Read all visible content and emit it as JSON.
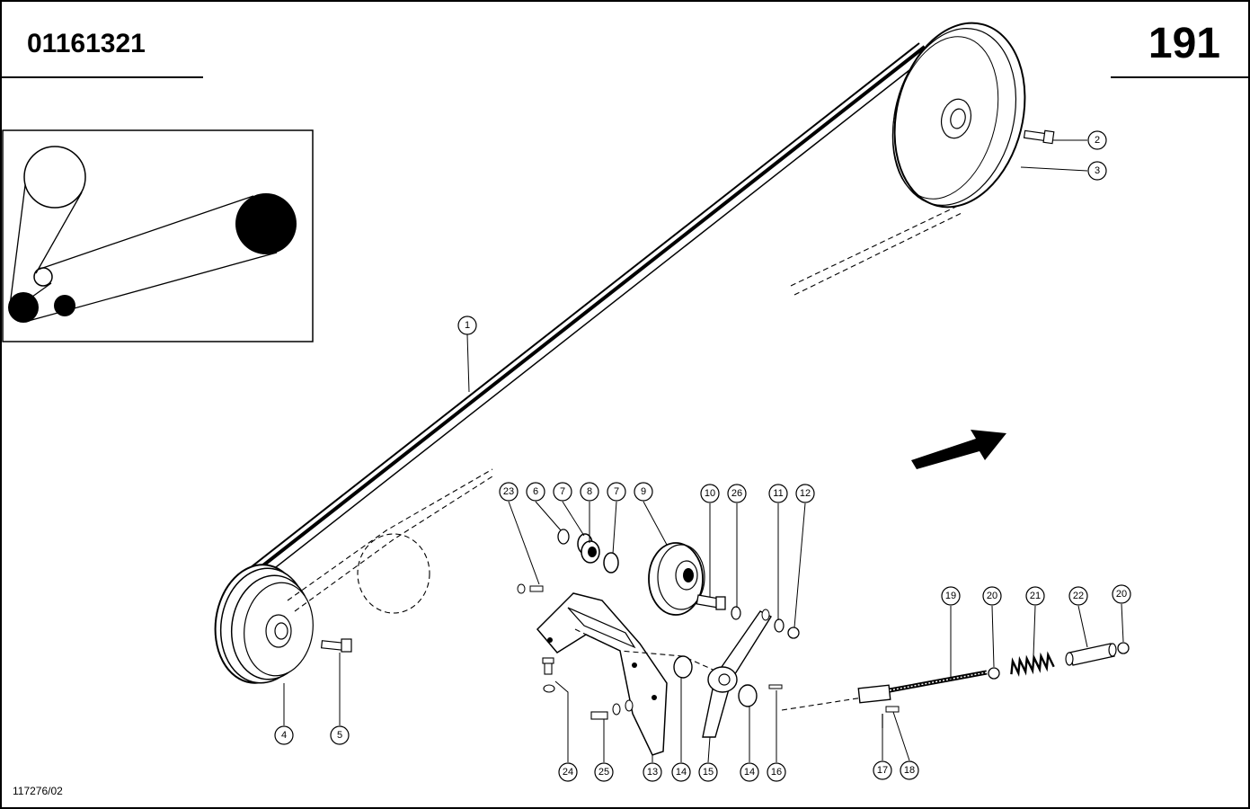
{
  "header": {
    "part_number": "01161321",
    "page_number": "191"
  },
  "footer": {
    "drawing_ref": "117276/02"
  },
  "callouts": [
    "1",
    "2",
    "3",
    "4",
    "5",
    "6",
    "7",
    "8",
    "7",
    "9",
    "10",
    "26",
    "11",
    "12",
    "19",
    "20",
    "21",
    "22",
    "20",
    "23",
    "24",
    "25",
    "13",
    "14",
    "15",
    "14",
    "16",
    "17",
    "18"
  ],
  "flow_arrow": "direction-arrow"
}
